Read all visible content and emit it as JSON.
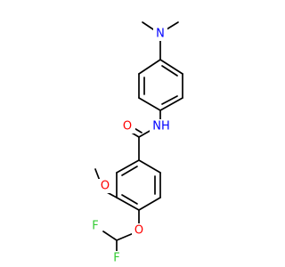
{
  "molecule": {
    "atoms": {
      "n_amine": {
        "label": "N",
        "color": "#0000ff"
      },
      "n_amide": {
        "label": "NH",
        "color": "#0000ff"
      },
      "o_carbonyl": {
        "label": "O",
        "color": "#ff0000"
      },
      "o_methoxy": {
        "label": "O",
        "color": "#ff0000"
      },
      "o_ether": {
        "label": "O",
        "color": "#ff0000"
      },
      "f_top": {
        "label": "F",
        "color": "#33cc33"
      },
      "f_bottom": {
        "label": "F",
        "color": "#33cc33"
      }
    },
    "bond_color": "#000000"
  }
}
